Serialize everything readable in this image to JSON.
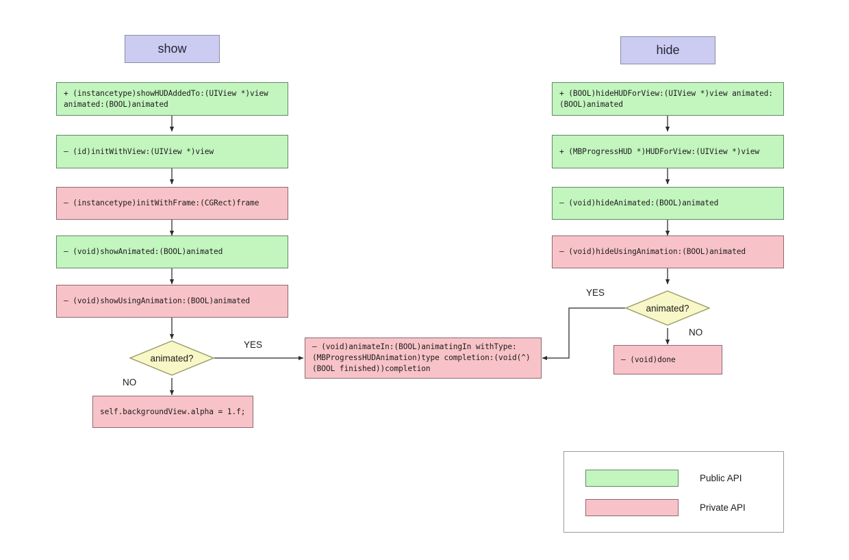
{
  "diagram": {
    "title_show": "show",
    "title_hide": "hide",
    "decision_label": "animated?",
    "yes_label": "YES",
    "no_label": "NO"
  },
  "show_flow": {
    "header": "show",
    "steps": [
      {
        "text": "+ (instancetype)showHUDAddedTo:(UIView *)view\nanimated:(BOOL)animated",
        "api": "public"
      },
      {
        "text": "– (id)initWithView:(UIView *)view",
        "api": "public"
      },
      {
        "text": "– (instancetype)initWithFrame:(CGRect)frame",
        "api": "private"
      },
      {
        "text": "– (void)showAnimated:(BOOL)animated",
        "api": "public"
      },
      {
        "text": "– (void)showUsingAnimation:(BOOL)animated",
        "api": "private"
      }
    ],
    "decision": "animated?",
    "yes_label": "YES",
    "no_label": "NO",
    "no_branch": {
      "text": "self.backgroundView.alpha = 1.f;",
      "api": "private"
    }
  },
  "shared_node": {
    "text": "– (void)animateIn:(BOOL)animatingIn withType:\n(MBProgressHUDAnimation)type completion:(void(^)\n(BOOL finished))completion",
    "api": "private"
  },
  "hide_flow": {
    "header": "hide",
    "steps": [
      {
        "text": "+ (BOOL)hideHUDForView:(UIView *)view animated:\n(BOOL)animated",
        "api": "public"
      },
      {
        "text": "+ (MBProgressHUD *)HUDForView:(UIView *)view",
        "api": "public"
      },
      {
        "text": "– (void)hideAnimated:(BOOL)animated",
        "api": "public"
      },
      {
        "text": "– (void)hideUsingAnimation:(BOOL)animated",
        "api": "private"
      }
    ],
    "decision": "animated?",
    "yes_label": "YES",
    "no_label": "NO",
    "no_branch": {
      "text": "– (void)done",
      "api": "private"
    }
  },
  "legend": {
    "items": [
      {
        "label": "Public API",
        "color": "#c3f5be"
      },
      {
        "label": "Private API",
        "color": "#f8c3c8"
      }
    ]
  },
  "colors": {
    "public_fill": "#c3f5be",
    "public_border": "#63876a",
    "private_fill": "#f8c3c8",
    "private_border": "#8a6870",
    "title_fill": "#ccccf2",
    "title_border": "#8b8ba6",
    "decision_fill": "#f7f7c8",
    "decision_border": "#9a9a66",
    "connector": "#4a4a4a",
    "background": "#ffffff"
  }
}
